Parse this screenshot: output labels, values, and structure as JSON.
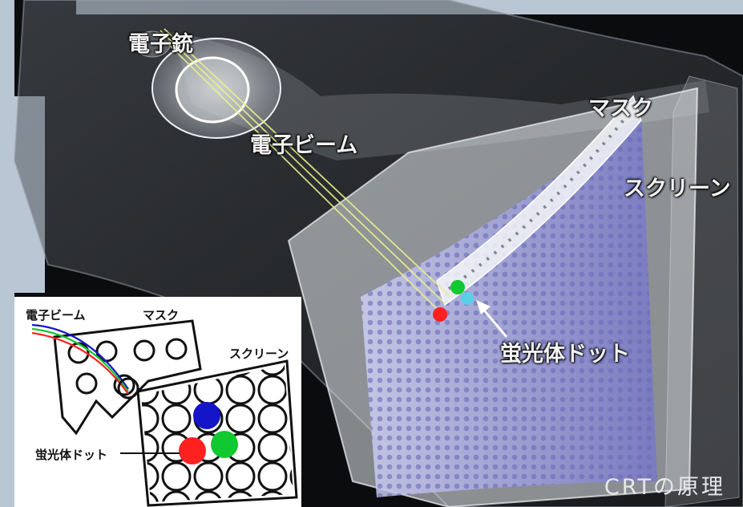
{
  "labels": {
    "electron_gun": "電子銃",
    "electron_beam": "電子ビーム",
    "mask": "マスク",
    "screen": "スクリーン",
    "phosphor_dot": "蛍光体ドット"
  },
  "inset": {
    "electron_beam": "電子ビーム",
    "mask": "マスク",
    "screen": "スクリーン",
    "phosphor_dot": "蛍光体ドット"
  },
  "caption": "CRTの原理",
  "colors": {
    "background": "#0b0c0e",
    "frame_light": "#b9c6d3",
    "beam": "#e9ef8a",
    "screen_tint": "#8f8fd6",
    "dot_red": "#ff2020",
    "dot_green": "#10c830",
    "dot_blue": "#1414c8",
    "dot_cyan": "#5ad0e8"
  }
}
